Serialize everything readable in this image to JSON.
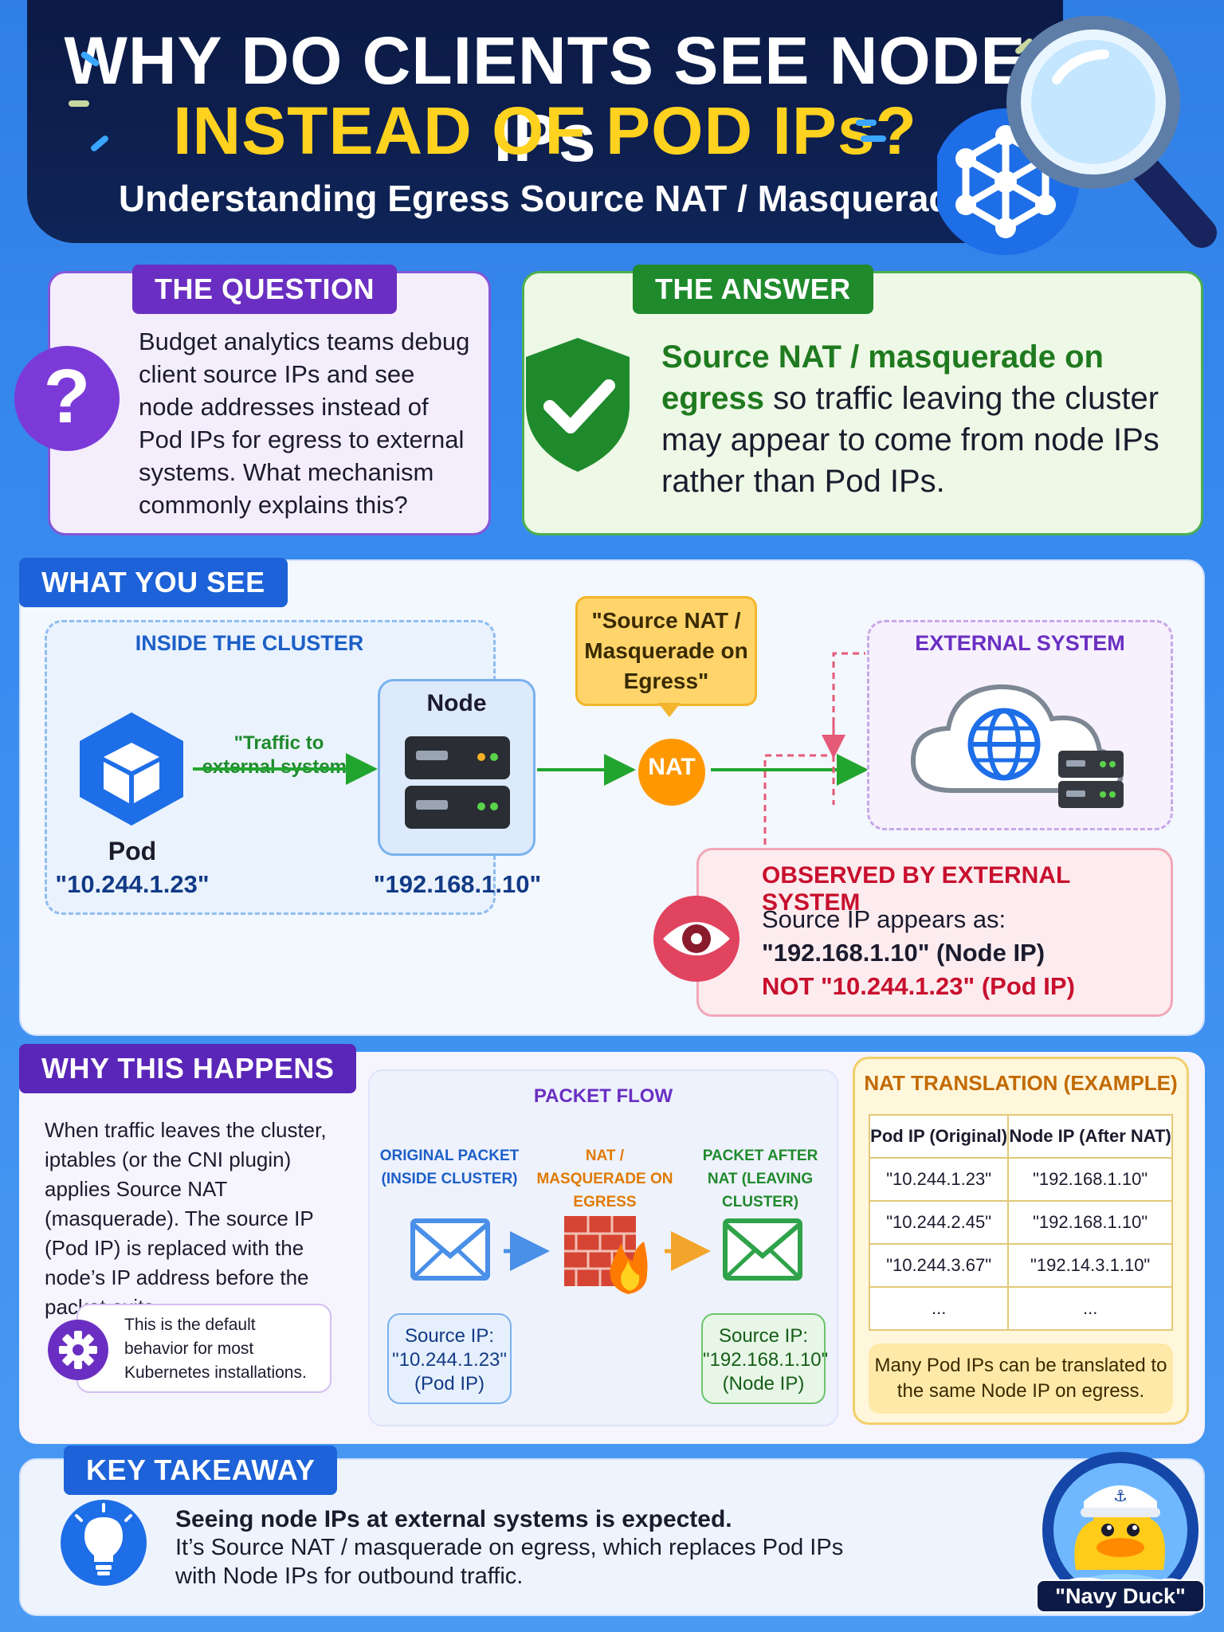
{
  "header": {
    "title_line1": "WHY DO CLIENTS SEE NODE IPs",
    "title_line2": "INSTEAD OF POD IPs?",
    "subtitle": "Understanding Egress Source NAT / Masquerade"
  },
  "question": {
    "pill": "THE QUESTION",
    "text": "Budget analytics teams debug client source IPs and see node addresses instead of Pod IPs for egress to external systems. What mechanism commonly explains this?"
  },
  "answer": {
    "pill": "THE ANSWER",
    "highlight": "Source NAT / masquerade on egress",
    "rest": " so traffic leaving the cluster may appear to come from node IPs rather than Pod IPs."
  },
  "what_you_see": {
    "pill": "WHAT YOU SEE",
    "cluster_label": "INSIDE THE CLUSTER",
    "pod_label": "Pod",
    "pod_ip": "\"10.244.1.23\"",
    "traffic_label": "\"Traffic to external system\"",
    "node_label": "Node",
    "node_ip": "\"192.168.1.10\"",
    "snat_bubble": "\"Source NAT / Masquerade on Egress\"",
    "nat_label": "NAT",
    "external_label": "EXTERNAL SYSTEM",
    "observed_title": "OBSERVED BY EXTERNAL SYSTEM",
    "observed_line1": "Source IP appears as:",
    "observed_line2": "\"192.168.1.10\" (Node IP)",
    "observed_line3": "NOT \"10.244.1.23\" (Pod IP)"
  },
  "why": {
    "pill": "WHY THIS HAPPENS",
    "text": "When traffic leaves the cluster, iptables (or the CNI plugin) applies Source NAT (masquerade). The source IP (Pod IP) is replaced with the node’s IP address before the packet exits.",
    "default_note": "This is the default behavior for most Kubernetes installations."
  },
  "packet_flow": {
    "title": "PACKET FLOW",
    "col1": "ORIGINAL PACKET (INSIDE CLUSTER)",
    "col2": "NAT / MASQUERADE ON EGRESS",
    "col3": "PACKET AFTER NAT (LEAVING CLUSTER)",
    "src1_line1": "Source IP:",
    "src1_line2": "\"10.244.1.23\"",
    "src1_line3": "(Pod IP)",
    "src2_line1": "Source IP:",
    "src2_line2": "\"192.168.1.10\"",
    "src2_line3": "(Node IP)"
  },
  "nat_table": {
    "title": "NAT TRANSLATION (EXAMPLE)",
    "headers": [
      "Pod IP (Original)",
      "Node IP (After NAT)"
    ],
    "rows": [
      [
        "\"10.244.1.23\"",
        "\"192.168.1.10\""
      ],
      [
        "\"10.244.2.45\"",
        "\"192.168.1.10\""
      ],
      [
        "\"10.244.3.67\"",
        "\"192.14.3.1.10\""
      ],
      [
        "...",
        "..."
      ]
    ],
    "note": "Many Pod IPs can be translated to the same Node IP on egress."
  },
  "takeaway": {
    "pill": "KEY TAKEAWAY",
    "line1": "Seeing node IPs at external systems is expected.",
    "line2": "It’s Source NAT / masquerade on egress, which replaces Pod IPs",
    "line3": "with Node IPs for outbound traffic."
  },
  "mascot": {
    "name": "\"Navy Duck\""
  },
  "colors": {
    "navy": "#0c1a45",
    "yellow": "#ffd21f",
    "purple": "#6a2fc2",
    "green": "#1f7a1f",
    "red": "#c8102e",
    "blue": "#1d5fc7",
    "nat_orange": "#ff9800"
  }
}
